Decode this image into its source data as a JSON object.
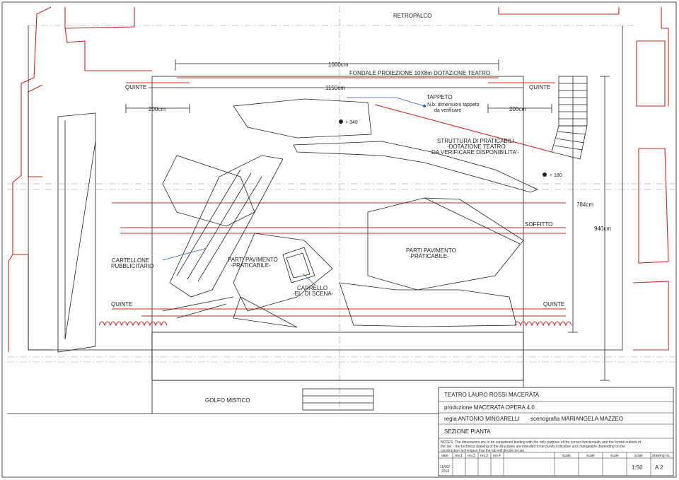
{
  "labels": {
    "retropalco": "RETROPALCO",
    "width_1000": "1000cm",
    "fondale": "FONDALE PROIEZIONE 10X8m DOTAZIONE TEATRO",
    "width_1150": "1150cm",
    "quinte_tl": "QUINTE",
    "quinte_tr": "QUINTE",
    "quinte_bl": "QUINTE",
    "quinte_br": "QUINTE",
    "dim_200_left": "200cm",
    "dim_200_right": "200cm",
    "tappeto": "TAPPETO",
    "tappeto_note_1": "N.b: dimensioni tappeto",
    "tappeto_note_2": "da verificare",
    "elev_340": "+ 340",
    "elev_180": "+ 180",
    "struttura_1": "STRUTTURA DI PRATICABILI",
    "struttura_2": "-DOTAZIONE TEATRO",
    "struttura_3": "DA VERIFICARE DISPONIBILITA'-",
    "dim_784": "784cm",
    "dim_940": "940cm",
    "soffitto": "SOFFITTO",
    "parti_pav_right_1": "PARTI PAVIMENTO",
    "parti_pav_right_2": "-PRATICABILE-",
    "parti_pav_left_1": "PARTI PAVIMENTO",
    "parti_pav_left_2": "-PRATICABILE-",
    "cartellone_1": "CARTELLONE",
    "cartellone_2": "PUBBLICITARIO",
    "carrello_1": "CARRELLO",
    "carrello_2": "-EL. DI SCENA-",
    "golfo": "GOLFO MISTICO"
  },
  "title_block": {
    "theatre": "TEATRO LAURO ROSSI MACERATA",
    "production": "produzione MACERATA OPERA 4.0",
    "regia": "regia ANTONIO MINGARELLI",
    "scenografia": "scenografia MARIANGELA MAZZEO",
    "section": "SEZIONE PIANTA",
    "notes_1": "NOTES: The dimensions are to be considered binding with the only purpose of the correct functionality and the formal outlook of",
    "notes_2": "the set. - the technical drawing of the structures are intended to be purely indicative and changeable depending on the",
    "notes_3": "construction techniques that the lab will decide to use.",
    "date_label": "date",
    "date_value_1": "16/03/",
    "date_value_2": "2018",
    "rev1": "rev.1",
    "rev2": "rev.2",
    "rev3": "rev.3",
    "rev4": "rev.4",
    "scale1": "scale",
    "scale2": "scale",
    "scale3": "scale",
    "scale4": "scale",
    "drawing_no": "drawing no.",
    "scale_value": "1:50",
    "drawing_value": "A 2"
  },
  "colors": {
    "linework": "#222222",
    "red_lines": "#c8281e",
    "grid": "#9a9a9a",
    "leader": "#2b5fb4"
  }
}
